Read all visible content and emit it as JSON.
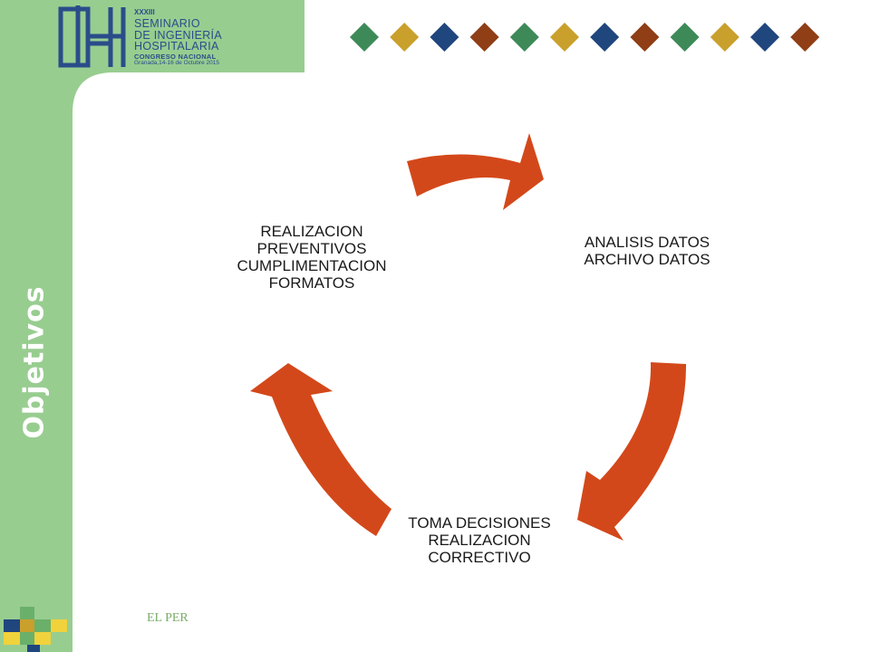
{
  "sidebar": {
    "title": "Objetivos"
  },
  "logo": {
    "roman": "XXXIII",
    "line1": "SEMINARIO",
    "line2": "DE INGENIERÍA",
    "line3": "HOSPITALARIA",
    "subtitle": "CONGRESO NACIONAL",
    "date": "Granada,14-16 de Octubre 2015"
  },
  "cycle": {
    "arrow_color": "#d3481a",
    "nodes": {
      "left": [
        "REALIZACION",
        "PREVENTIVOS",
        "CUMPLIMENTACION",
        "FORMATOS"
      ],
      "right": [
        "ANALISIS DATOS",
        "ARCHIVO DATOS"
      ],
      "bottom": [
        "TOMA DECISIONES",
        "REALIZACION",
        "CORRECTIVO"
      ]
    }
  },
  "footer": {
    "text": "EL PER"
  },
  "colors": {
    "sidebar_green": "#98cd90",
    "diamonds": [
      "#3d8a58",
      "#c9a02c",
      "#20467e",
      "#8f3e16"
    ]
  }
}
